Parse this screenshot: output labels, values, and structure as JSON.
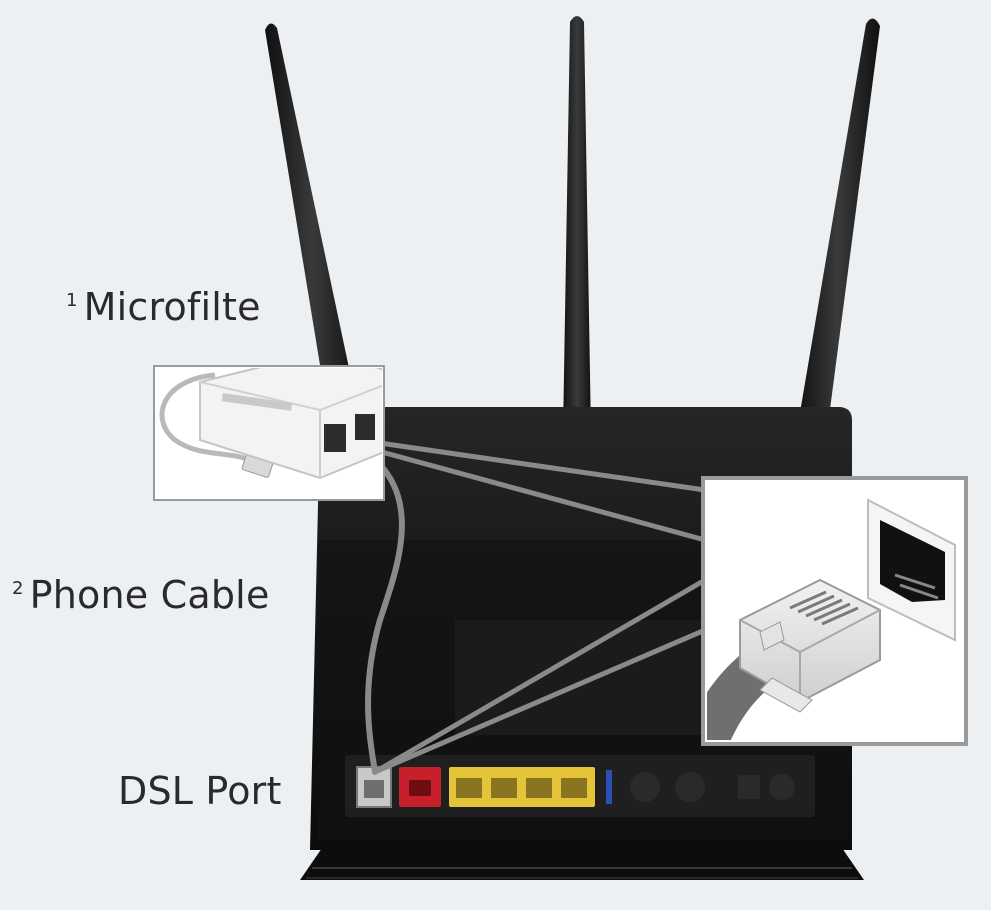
{
  "labels": {
    "microfilter": {
      "number": "1",
      "text": "Microfilte"
    },
    "phone_cable": {
      "number": "2",
      "text": "Phone Cable"
    },
    "dsl_port": {
      "text": "DSL Port"
    }
  },
  "colors": {
    "background": "#edf0f3",
    "router_body": "#151515",
    "antenna": "#202020",
    "wan_port": "#c8202a",
    "lan_ports": "#e5c43a",
    "cable": "#8a8a8a",
    "callout_border": "#8f8f8f"
  },
  "ports": {
    "lan_count": 4
  }
}
